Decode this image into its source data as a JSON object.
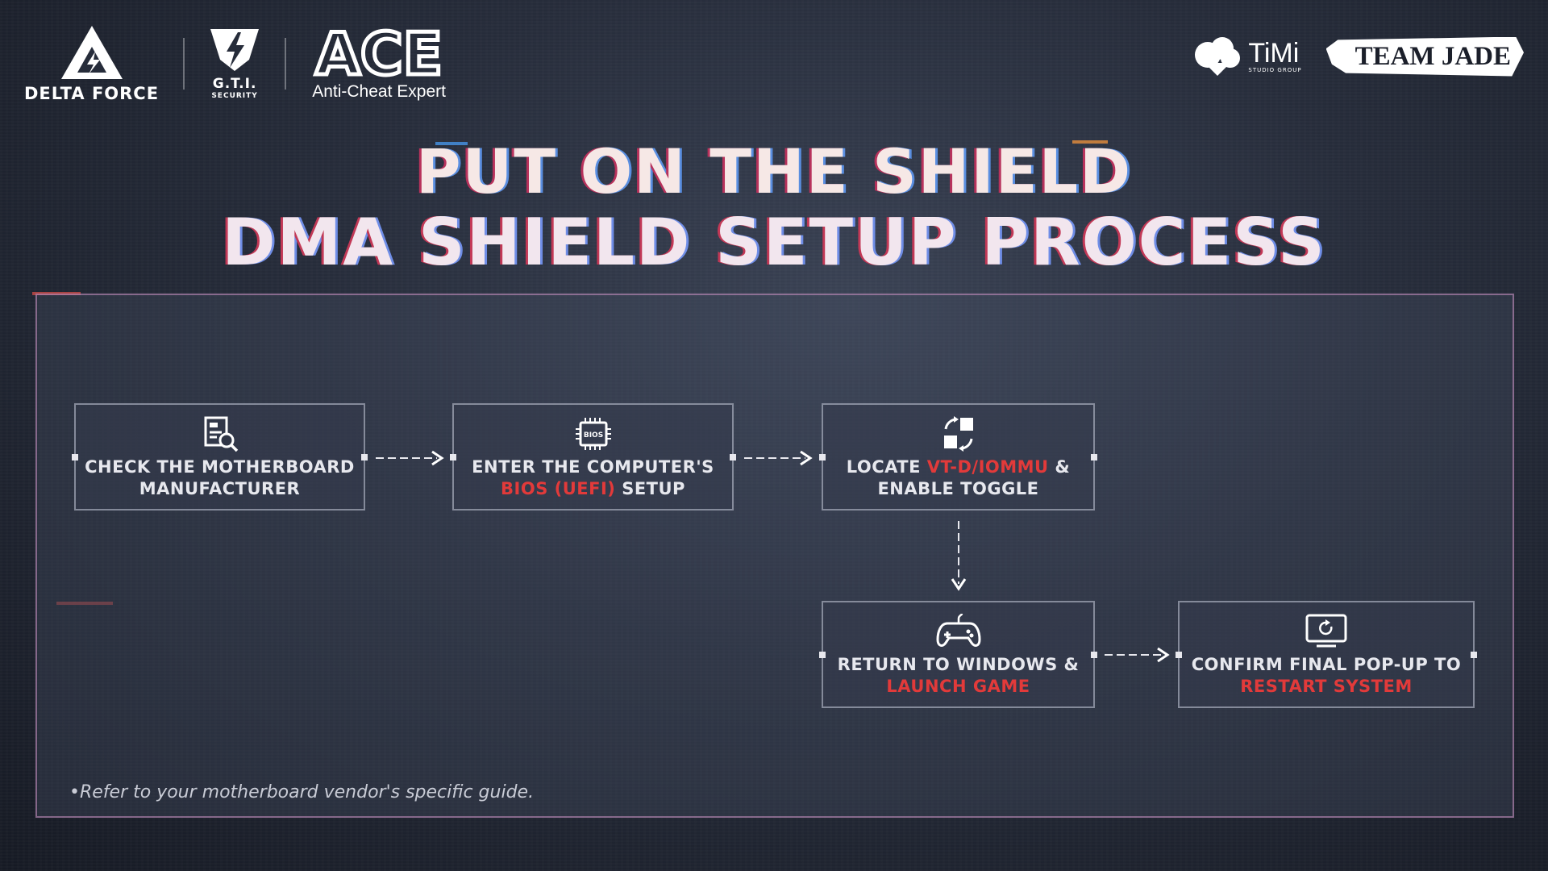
{
  "header": {
    "logos": {
      "delta_force": "DELTA FORCE",
      "gti_name": "G.T.I.",
      "gti_sub": "SECURITY",
      "ace_name": "ACE",
      "ace_sub": "Anti-Cheat Expert",
      "timi_name": "TiMi",
      "timi_sub": "STUDIO GROUP",
      "team_jade": "TEAM JADE"
    }
  },
  "title": {
    "line1": "PUT ON THE SHIELD",
    "line2": "DMA SHIELD SETUP PROCESS"
  },
  "steps": [
    {
      "icon": "document-search-icon",
      "text_a": "CHECK THE MOTHERBOARD",
      "text_b": "MANUFACTURER"
    },
    {
      "icon": "bios-chip-icon",
      "text_a": "ENTER THE COMPUTER'S",
      "red": "BIOS (UEFI)",
      "text_b": " SETUP",
      "icon_label": "BIOS"
    },
    {
      "icon": "toggle-blocks-icon",
      "text_a_pre": "LOCATE ",
      "red": "VT-D/IOMMU",
      "text_a_post": " &",
      "text_b": "ENABLE TOGGLE"
    },
    {
      "icon": "gamepad-icon",
      "text_a": "RETURN TO WINDOWS &",
      "red": "LAUNCH GAME"
    },
    {
      "icon": "monitor-restart-icon",
      "text_a": "CONFIRM FINAL POP-UP TO",
      "red": "RESTART SYSTEM"
    }
  ],
  "footnote": "•Refer to your motherboard vendor's specific guide.",
  "colors": {
    "accent_red": "#e23a3a",
    "panel_border": "#d296c8"
  }
}
